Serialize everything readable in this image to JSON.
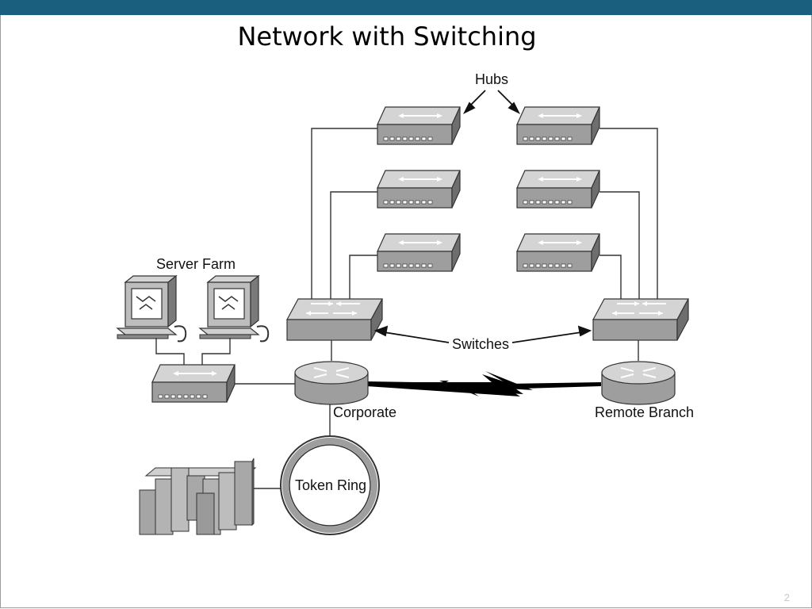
{
  "slide": {
    "title": "Network with Switching",
    "page_number": "2"
  },
  "labels": {
    "hubs": "Hubs",
    "server_farm": "Server Farm",
    "switches": "Switches",
    "corporate": "Corporate",
    "remote_branch": "Remote Branch",
    "token_ring": "Token Ring"
  },
  "colors": {
    "top_bar": "#1b5f7f",
    "device_top": "#d4d4d4",
    "device_front": "#9e9e9e",
    "device_side": "#6e6e6e",
    "lines": "#333333"
  }
}
